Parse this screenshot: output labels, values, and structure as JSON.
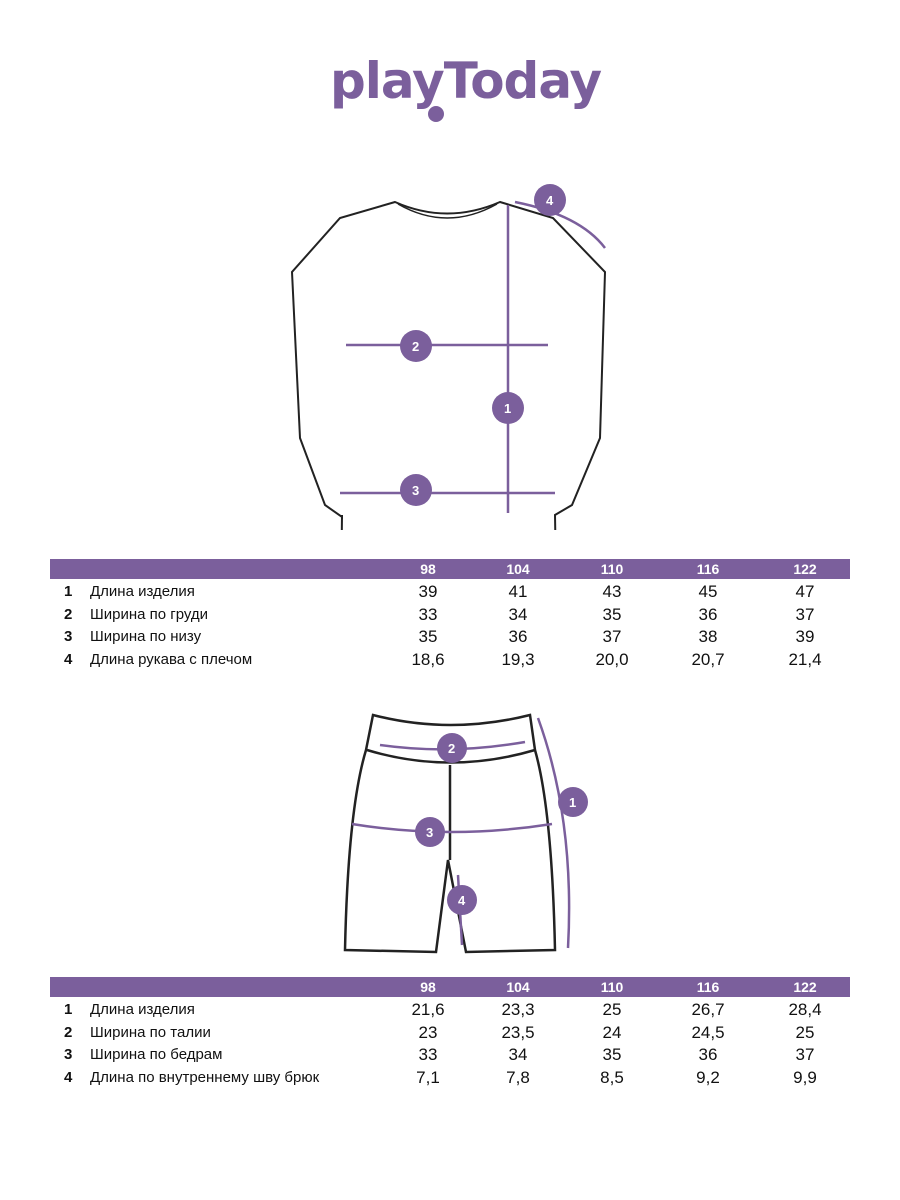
{
  "brand": {
    "logo_text": "playToday",
    "accent": "#7b5f9c"
  },
  "shirt": {
    "markers": [
      "1",
      "2",
      "3",
      "4"
    ],
    "table": {
      "sizes": [
        "98",
        "104",
        "110",
        "116",
        "122"
      ],
      "rows": [
        {
          "num": "1",
          "label": "Длина изделия",
          "values": [
            "39",
            "41",
            "43",
            "45",
            "47"
          ]
        },
        {
          "num": "2",
          "label": "Ширина по груди",
          "values": [
            "33",
            "34",
            "35",
            "36",
            "37"
          ]
        },
        {
          "num": "3",
          "label": "Ширина по низу",
          "values": [
            "35",
            "36",
            "37",
            "38",
            "39"
          ]
        },
        {
          "num": "4",
          "label": "Длина рукава с плечом",
          "values": [
            "18,6",
            "19,3",
            "20,0",
            "20,7",
            "21,4"
          ]
        }
      ]
    }
  },
  "shorts": {
    "markers": [
      "1",
      "2",
      "3",
      "4"
    ],
    "table": {
      "sizes": [
        "98",
        "104",
        "110",
        "116",
        "122"
      ],
      "rows": [
        {
          "num": "1",
          "label": "Длина изделия",
          "values": [
            "21,6",
            "23,3",
            "25",
            "26,7",
            "28,4"
          ]
        },
        {
          "num": "2",
          "label": "Ширина по талии",
          "values": [
            "23",
            "23,5",
            "24",
            "24,5",
            "25"
          ]
        },
        {
          "num": "3",
          "label": "Ширина по бедрам",
          "values": [
            "33",
            "34",
            "35",
            "36",
            "37"
          ]
        },
        {
          "num": "4",
          "label": "Длина по внутреннему шву брюк",
          "values": [
            "7,1",
            "7,8",
            "8,5",
            "9,2",
            "9,9"
          ]
        }
      ]
    }
  }
}
